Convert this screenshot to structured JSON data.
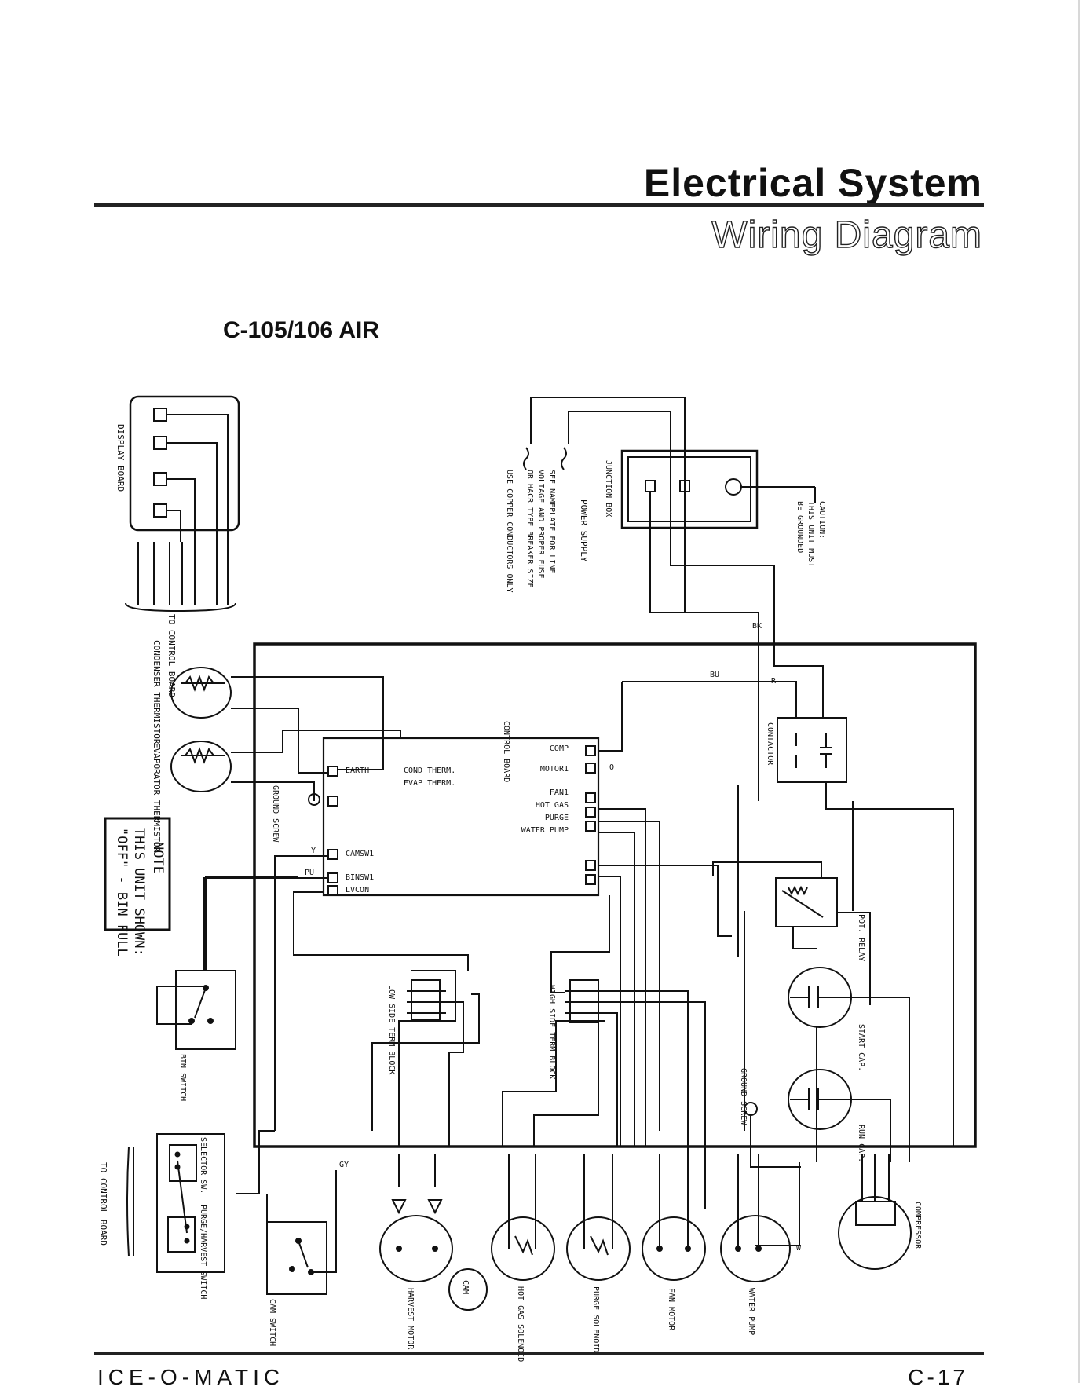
{
  "header": {
    "title": "Electrical System",
    "subtitle": "Wiring Diagram"
  },
  "model": "C-105/106 AIR",
  "footer": {
    "brand": "ICE-O-MATIC",
    "page": "C-17"
  },
  "labels": {
    "display_board": "DISPLAY BOARD",
    "to_control_board": "TO CONTROL BOARD",
    "condenser_thermistor": "CONDENSER THERMISTOR",
    "evaporator_thermistor": "EVAPORATOR THERMISTOR",
    "note": [
      "NOTE",
      "THIS UNIT SHOWN:",
      "\"OFF\" - BIN FULL"
    ],
    "bin_switch": "BIN SWITCH",
    "selector_switch": "SELECTOR SW.",
    "purge_harvest_switch": "PURGE/HARVEST SWITCH",
    "to_control_board_bottom": "TO CONTROL BOARD",
    "cam_switch": "CAM SWITCH",
    "cam": "CAM",
    "harvest_motor": "HARVEST MOTOR",
    "hot_gas_solenoid": "HOT GAS SOLENOID",
    "purge_solenoid": "PURGE SOLENOID",
    "fan_motor": "FAN MOTOR",
    "water_pump": "WATER PUMP",
    "compressor": "COMPRESSOR",
    "power_supply": "POWER SUPPLY",
    "power_supply_notes": [
      "SEE NAMEPLATE FOR LINE",
      "VOLTAGE AND PROPER FUSE",
      "OR HACR TYPE BREAKER SIZE",
      "USE COPPER CONDUCTORS ONLY"
    ],
    "junction_box": "JUNCTION BOX",
    "caution": [
      "CAUTION:",
      "THIS UNIT MUST",
      "BE GROUNDED"
    ],
    "control_board": "CONTROL BOARD",
    "contactor": "CONTACTOR",
    "pot_relay": "POT. RELAY",
    "start_cap": "START CAP.",
    "run_cap": "RUN CAP.",
    "ground_screw": "GROUND SCREW",
    "low_side_term_block": "LOW SIDE TERM BLOCK",
    "high_side_term_block": "HIGH SIDE TERM BLOCK",
    "board_terminals": [
      "COMP",
      "MOTOR1",
      "FAN1",
      "HOT GAS",
      "PURGE",
      "WATER PUMP",
      "CAMSW1",
      "BINSW1",
      "LVCON",
      "COND THERM.",
      "EVAP THERM.",
      "EARTH"
    ]
  },
  "wire_codes": [
    "BK",
    "R",
    "BU",
    "Y",
    "PU",
    "O",
    "GY",
    "W"
  ]
}
